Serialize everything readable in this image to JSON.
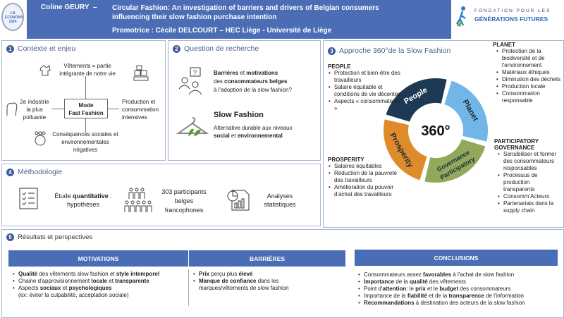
{
  "header": {
    "author": "Coline GEURY",
    "dash": "–",
    "title_line1": "Circular Fashion: An investigation of barriers and drivers of Belgian consumers",
    "title_line2": "influencing their slow fashion purchase intention",
    "promotrice": "Promotrice : Cécile DELCOURT – HEC Liège - Université de Liège",
    "left_logo_text": "LN ECONOMY 1824",
    "right_logo_line1": "FONDATION POUR LES",
    "right_logo_line2": "GÉNÉRATIONS FUTURES"
  },
  "s1": {
    "num": "1",
    "title": "Contexte et enjeu",
    "center_line1": "Mode",
    "center_line2": "Fast Fashion",
    "top": "Vêtements = partie intégrante de notre vie",
    "left": "2e industrie la plus polluante",
    "right": "Production et consommation intensives",
    "bottom": "Conséquences sociales et environnementales négatives"
  },
  "s2": {
    "num": "2",
    "title": "Question de recherche",
    "q": [
      [
        "Barrières",
        1
      ],
      [
        " et ",
        0
      ],
      [
        "motivations",
        1
      ],
      [
        "\ndes ",
        0
      ],
      [
        "consommateurs belges",
        1
      ],
      [
        "\nà l'adoption de la slow fashion?",
        0
      ]
    ],
    "sf_title": "Slow Fashion",
    "sf_desc": [
      [
        "Alternative durable aux niveaux\n",
        0
      ],
      [
        "social",
        1
      ],
      [
        " et ",
        0
      ],
      [
        "environnemental",
        1
      ]
    ]
  },
  "s3": {
    "num": "3",
    "title": "Approche 360°de la Slow Fashion",
    "center": "360°",
    "ring": [
      {
        "label": "People",
        "color": "#1e3954"
      },
      {
        "label": "Planet",
        "color": "#72b6e8"
      },
      {
        "label": "Participatory Governance",
        "color": "#92a95c"
      },
      {
        "label": "Prosperity",
        "color": "#e08b2b"
      }
    ],
    "people": {
      "title": "PEOPLE",
      "items": [
        "Protection et bien-être des travailleurs",
        "Salaire équitable et conditions de vie décentes",
        "Aspects « consommateurs »"
      ]
    },
    "planet": {
      "title": "PLANET",
      "items": [
        "Protection de la biodiversité et de l'environnement",
        "Matériaux éthiques",
        "Diminution des déchets",
        "Production locale",
        "Consommation responsable"
      ]
    },
    "prosperity": {
      "title": "PROSPERITY",
      "items": [
        "Salaires équitables",
        "Réduction de la pauvreté des travailleurs",
        "Amélioration du pouvoir d'achat des travailleurs"
      ]
    },
    "governance": {
      "title": "PARTICIPATORY GOVERNANCE",
      "items": [
        "Sensibiliser et former des consommateurs responsables",
        "Processus de production transparents",
        "Consomm'Acteurs",
        "Partenariats dans la supply chain"
      ]
    }
  },
  "s4": {
    "num": "4",
    "title": "Méthodologie",
    "m1": [
      [
        "Étude ",
        0
      ],
      [
        "quantitative",
        1
      ],
      [
        " :\nhypothèses",
        0
      ]
    ],
    "m2": "303 participants belges francophones",
    "m3": "Analyses statistiques"
  },
  "s5": {
    "num": "5",
    "title": "Résultats et perspectives",
    "motivations_head": "MOTIVATIONS",
    "barrieres_head": "BARRIÈRES",
    "conclusions_head": "CONCLUSIONS",
    "motivations": [
      [
        [
          "Qualité",
          1
        ],
        [
          " des vêtements slow fashion et ",
          0
        ],
        [
          "style intemporel",
          1
        ]
      ],
      [
        [
          "Chaine d'approvisionnement ",
          0
        ],
        [
          "locale",
          1
        ],
        [
          " et ",
          0
        ],
        [
          "transparente",
          1
        ]
      ],
      [
        [
          "Aspects ",
          0
        ],
        [
          "sociaux",
          1
        ],
        [
          " et ",
          0
        ],
        [
          "psychologiques",
          1
        ],
        [
          "\n(ex: éviter la culpabilité, acceptation sociale)",
          0
        ]
      ]
    ],
    "barrieres": [
      [
        [
          "Prix",
          1
        ],
        [
          " perçu plus ",
          0
        ],
        [
          "élevé",
          1
        ]
      ],
      [
        [
          "Manque de confiance",
          1
        ],
        [
          " dans les\nmarques/vêtements de slow fashion",
          0
        ]
      ]
    ],
    "conclusions": [
      [
        [
          "Consommateurs assez ",
          0
        ],
        [
          "favorables",
          1
        ],
        [
          " à l'achat de slow fashion",
          0
        ]
      ],
      [
        [
          "Importance",
          1
        ],
        [
          " de la ",
          0
        ],
        [
          "qualité",
          1
        ],
        [
          " des vêtements",
          0
        ]
      ],
      [
        [
          "Point d'",
          0
        ],
        [
          "attention",
          1
        ],
        [
          ": le ",
          0
        ],
        [
          "prix",
          1
        ],
        [
          " et le ",
          0
        ],
        [
          "budget",
          1
        ],
        [
          " des consommateurs",
          0
        ]
      ],
      [
        [
          "Importance de la ",
          0
        ],
        [
          "fiabilité",
          1
        ],
        [
          " et de la ",
          0
        ],
        [
          "transparence",
          1
        ],
        [
          " de l'information",
          0
        ]
      ],
      [
        [
          "Recommandations",
          1
        ],
        [
          " à destination des acteurs de la slow fashion",
          0
        ]
      ]
    ]
  }
}
